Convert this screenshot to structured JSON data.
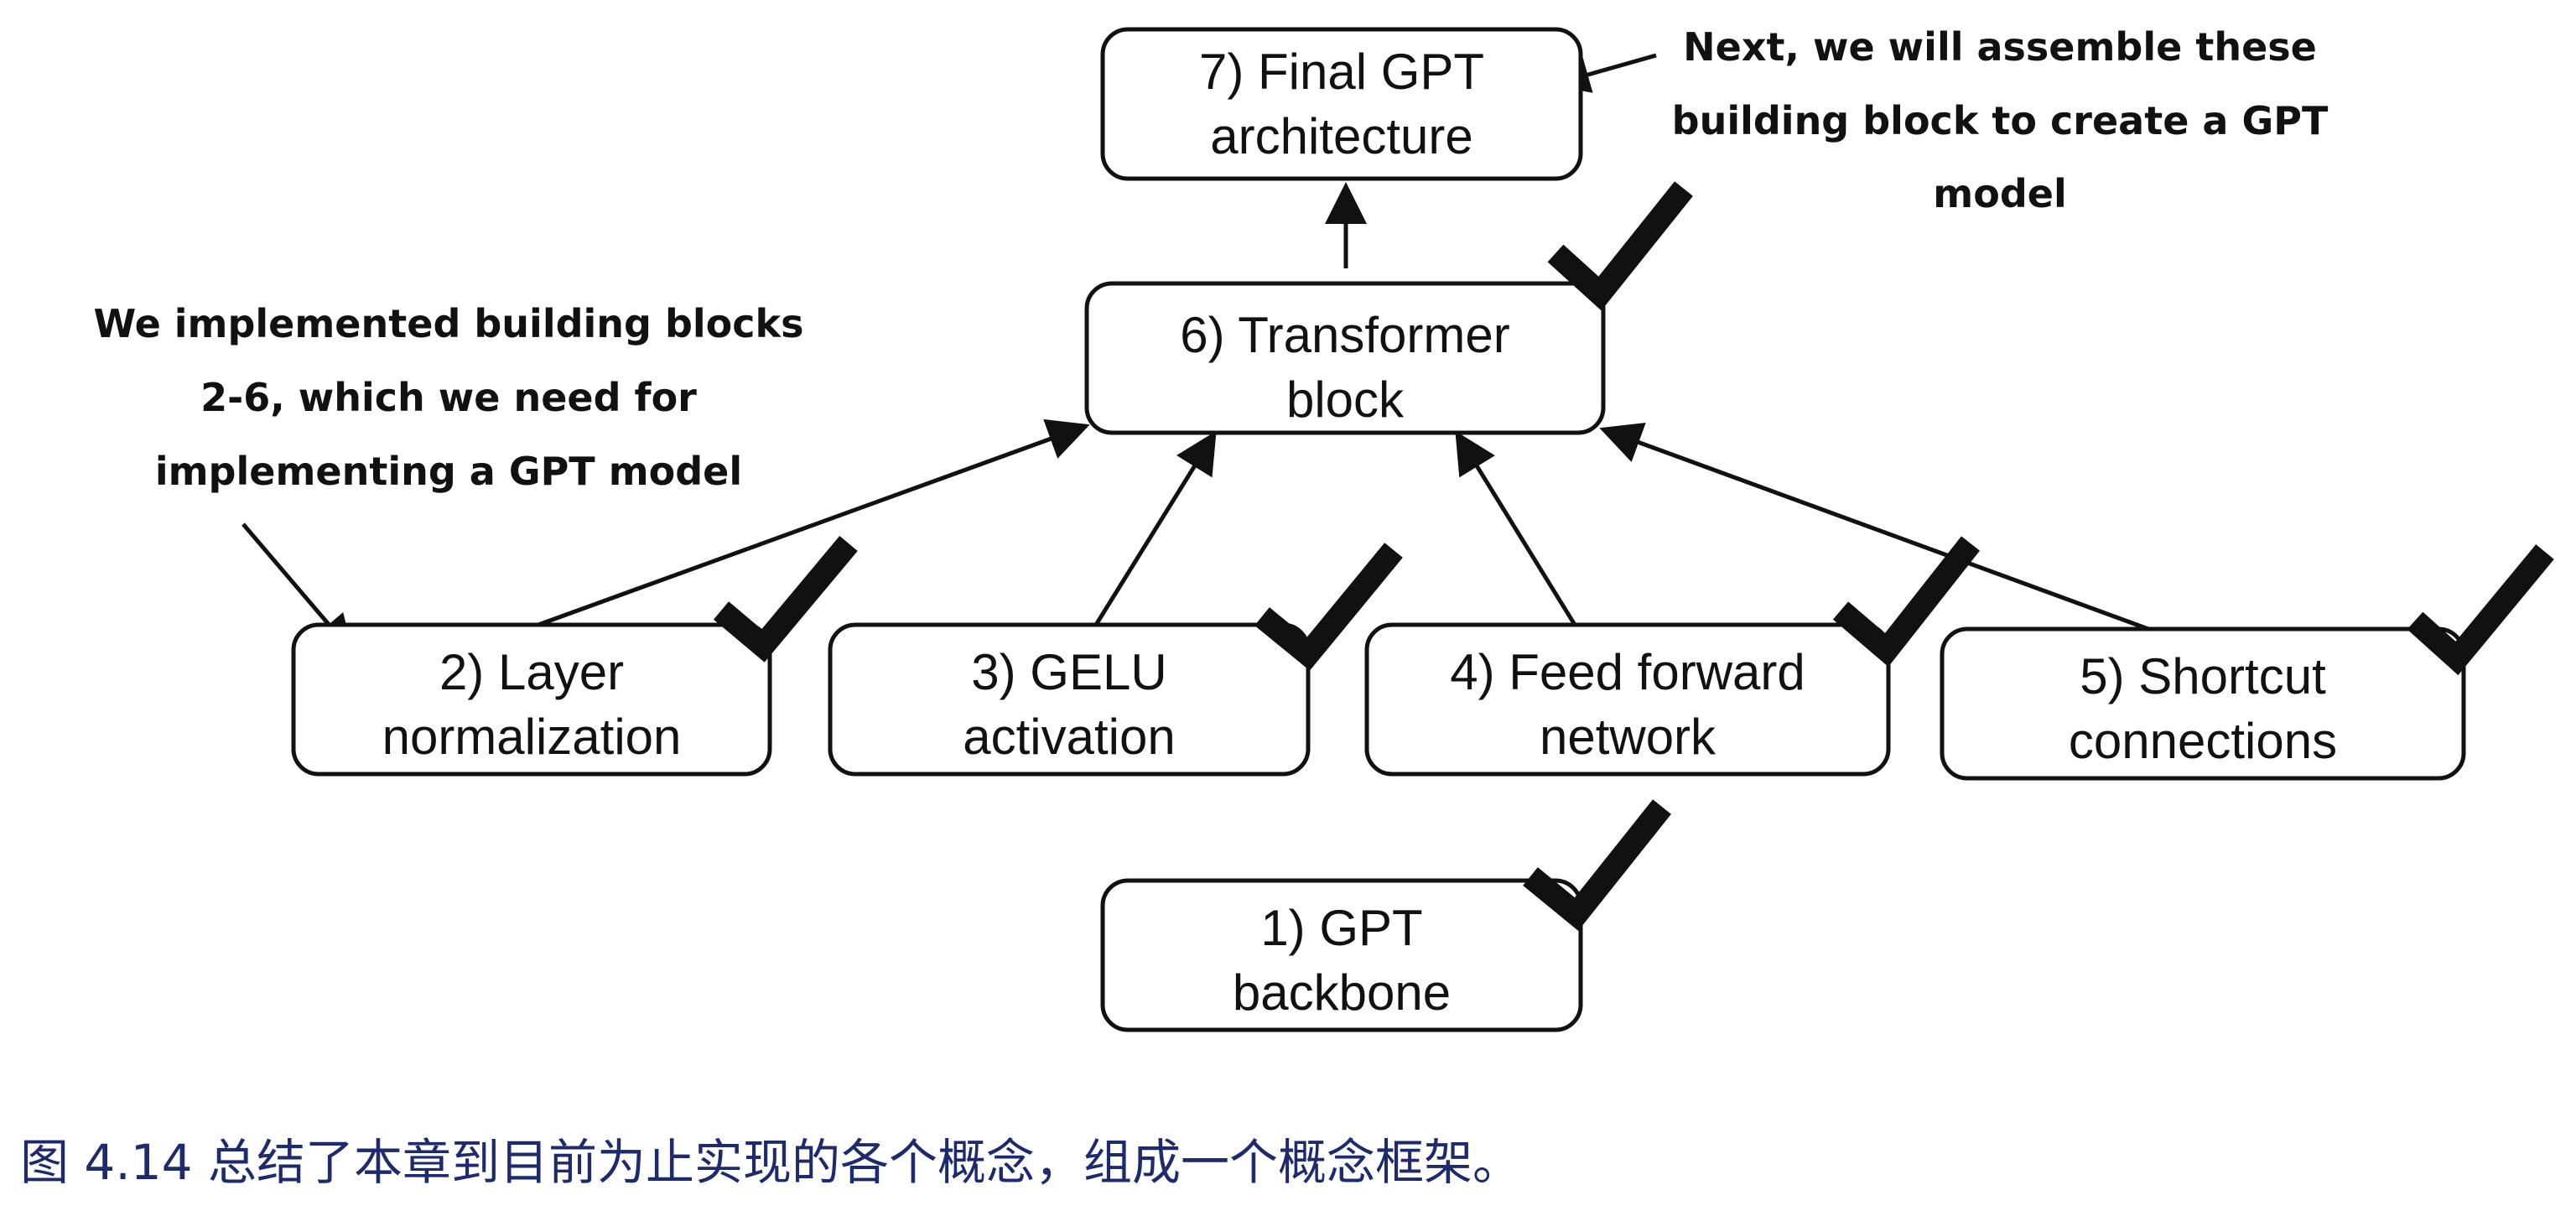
{
  "nodes": {
    "n1": {
      "line1": "1) GPT",
      "line2": "backbone"
    },
    "n2": {
      "line1": "2) Layer",
      "line2": "normalization"
    },
    "n3": {
      "line1": "3) GELU",
      "line2": "activation"
    },
    "n4": {
      "line1": "4) Feed forward",
      "line2": "network"
    },
    "n5": {
      "line1": "5) Shortcut",
      "line2": "connections"
    },
    "n6": {
      "line1": "6) Transformer",
      "line2": "block"
    },
    "n7": {
      "line1": "7) Final GPT",
      "line2": "architecture"
    }
  },
  "notes": {
    "left": {
      "line1": "We implemented building blocks",
      "line2": "2-6, which we need for",
      "line3": "implementing a GPT model"
    },
    "right": {
      "line1": "Next, we will assemble these",
      "line2": "building block to create a GPT",
      "line3": "model"
    }
  },
  "caption": "图 4.14 总结了本章到目前为止实现的各个概念，组成一个概念框架。",
  "colors": {
    "caption": "#1d2a6e",
    "ink": "#111111"
  }
}
